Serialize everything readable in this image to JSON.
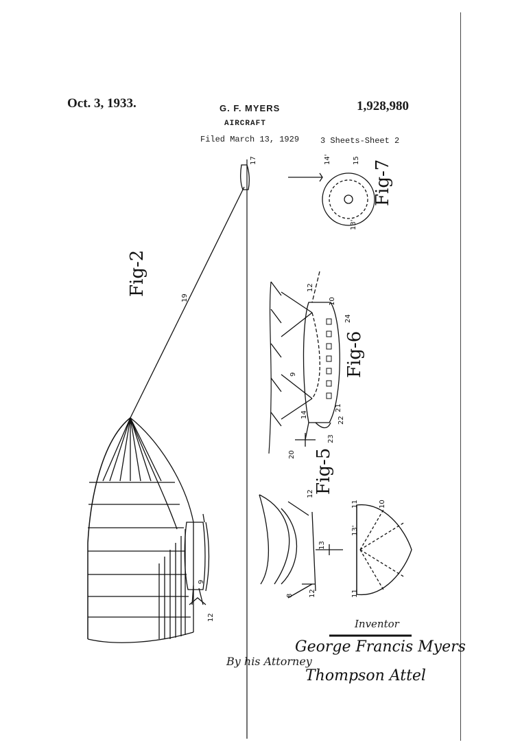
{
  "header": {
    "date": "Oct. 3, 1933.",
    "inventor": "G. F. MYERS",
    "patent_number": "1,928,980",
    "title": "AIRCRAFT",
    "filed": "Filed March 13, 1929",
    "sheets": "3 Sheets-Sheet 2"
  },
  "figures": {
    "fig2": "Fig-2",
    "fig5": "Fig-5",
    "fig6": "Fig-6",
    "fig7": "Fig-7"
  },
  "refs": {
    "r17": "17",
    "r19": "19",
    "r14p": "14'",
    "r15": "15",
    "r13p": "13'",
    "r12": "12",
    "r10": "10",
    "r24": "24",
    "r9": "9",
    "r14": "14",
    "r21": "21",
    "r22": "22",
    "r23": "23",
    "r20": "20",
    "r11": "11",
    "r13": "13",
    "r8": "8"
  },
  "footer": {
    "inventor_label": "Inventor",
    "by_text": "By his Attorney",
    "inventor_signature": "George Francis Myers",
    "attorney_signature": "Thompson Attel"
  }
}
